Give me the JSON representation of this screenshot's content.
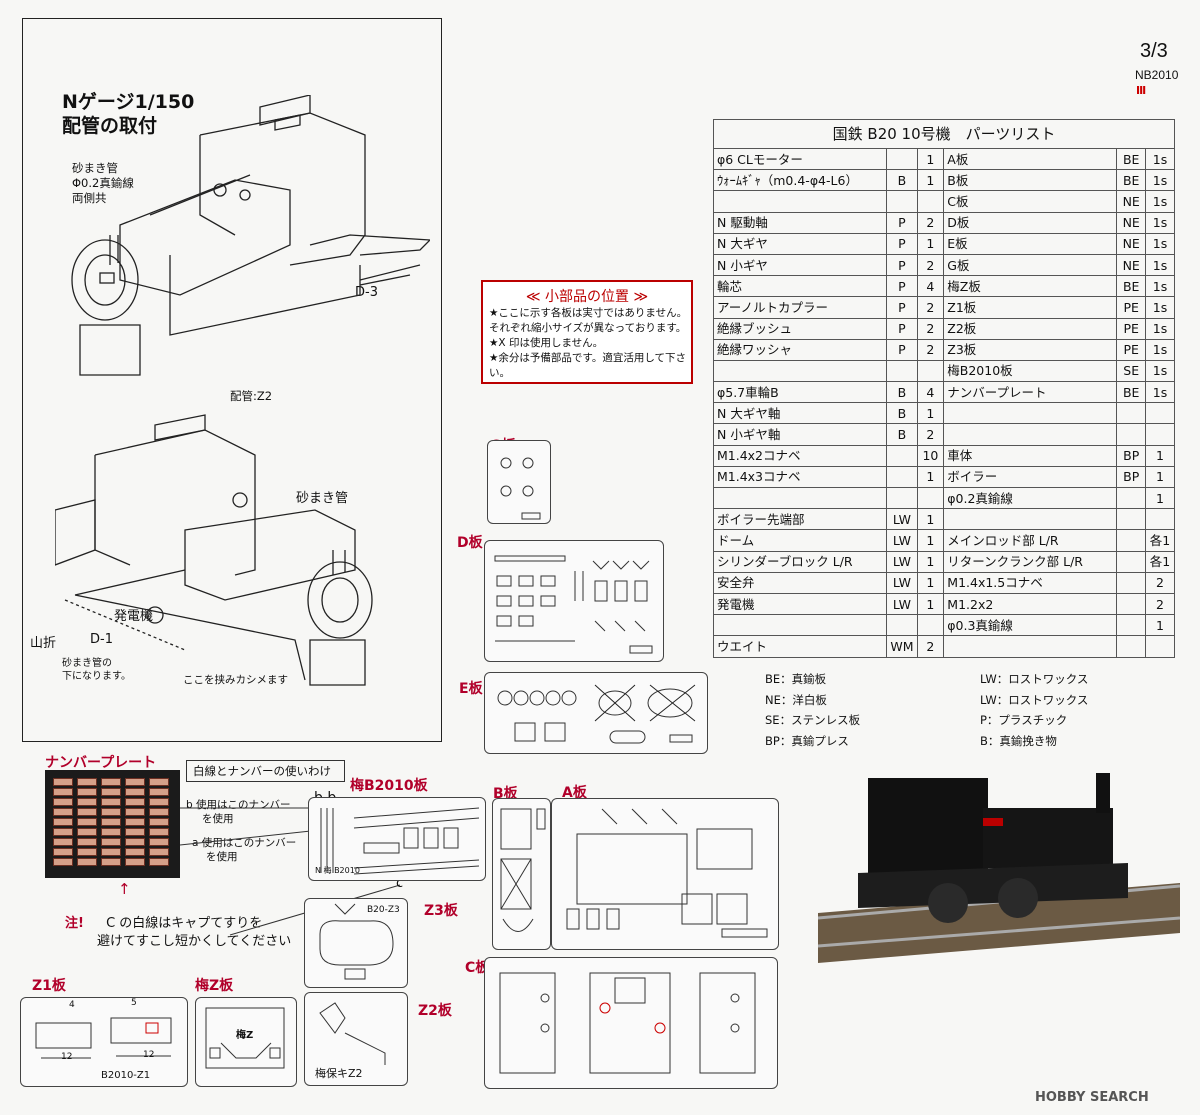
{
  "page": {
    "number": "3/3",
    "code": "NB2010",
    "mark": "III"
  },
  "figure1": {
    "title1": "Nゲージ1/150",
    "title2": "配管の取付",
    "sand_label": "砂まき管",
    "wire_label": "Φ0.2真鍮線",
    "both_sides": "両側共",
    "part_d3": "D-3"
  },
  "figure2": {
    "pipe_label": "配管:Z2",
    "sand_label": "砂まき管",
    "generator_label": "発電機",
    "fold_label": "山折",
    "part_d1": "D-1",
    "under_note_1": "砂まき管の",
    "under_note_2": "下になります。",
    "clamp_note": "ここを挟みカシメます"
  },
  "notice": {
    "title": "≪ 小部品の位置 ≫",
    "lines": [
      "★ここに示す各板は実寸ではありません。",
      "それぞれ縮小サイズが異なっております。",
      "★X 印は使用しません。",
      "★余分は予備部品です。適宜活用して下さい。"
    ]
  },
  "parts_table": {
    "title": "国鉄 B20 10号機　パーツリスト",
    "rows": [
      [
        "φ6 CLモーター",
        "",
        "1",
        "A板",
        "BE",
        "1s"
      ],
      [
        "ｳｫｰﾑｷﾞｬ（m0.4-φ4-L6）",
        "B",
        "1",
        "B板",
        "BE",
        "1s"
      ],
      [
        "",
        "",
        "",
        "C板",
        "NE",
        "1s"
      ],
      [
        "N 駆動軸",
        "P",
        "2",
        "D板",
        "NE",
        "1s"
      ],
      [
        "N 大ギヤ",
        "P",
        "1",
        "E板",
        "NE",
        "1s"
      ],
      [
        "N 小ギヤ",
        "P",
        "2",
        "G板",
        "NE",
        "1s"
      ],
      [
        "輪芯",
        "P",
        "4",
        "梅Z板",
        "BE",
        "1s"
      ],
      [
        "アーノルトカプラー",
        "P",
        "2",
        "Z1板",
        "PE",
        "1s"
      ],
      [
        "絶縁ブッシュ",
        "P",
        "2",
        "Z2板",
        "PE",
        "1s"
      ],
      [
        "絶縁ワッシャ",
        "P",
        "2",
        "Z3板",
        "PE",
        "1s"
      ],
      [
        "",
        "",
        "",
        "梅B2010板",
        "SE",
        "1s"
      ],
      [
        "φ5.7車輪B",
        "B",
        "4",
        "ナンバープレート",
        "BE",
        "1s"
      ],
      [
        "N 大ギヤ軸",
        "B",
        "1",
        "",
        "",
        ""
      ],
      [
        "N 小ギヤ軸",
        "B",
        "2",
        "",
        "",
        ""
      ],
      [
        "M1.4x2コナベ",
        "",
        "10",
        "車体",
        "BP",
        "1"
      ],
      [
        "M1.4x3コナベ",
        "",
        "1",
        "ボイラー",
        "BP",
        "1"
      ],
      [
        "",
        "",
        "",
        "φ0.2真鍮線",
        "",
        "1"
      ],
      [
        "ボイラー先端部",
        "LW",
        "1",
        "",
        "",
        ""
      ],
      [
        "ドーム",
        "LW",
        "1",
        "メインロッド部 L/R",
        "",
        "各1"
      ],
      [
        "シリンダーブロック L/R",
        "LW",
        "1",
        "リターンクランク部 L/R",
        "",
        "各1"
      ],
      [
        "安全弁",
        "LW",
        "1",
        "M1.4x1.5コナベ",
        "",
        "2"
      ],
      [
        "発電機",
        "LW",
        "1",
        "M1.2x2",
        "",
        "2"
      ],
      [
        "",
        "",
        "",
        "φ0.3真鍮線",
        "",
        "1"
      ],
      [
        "ウエイト",
        "WM",
        "2",
        "",
        "",
        ""
      ]
    ]
  },
  "legend": {
    "left": [
      "BE：真鍮板",
      "NE：洋白板",
      "SE：ステンレス板",
      "BP：真鍮プレス"
    ],
    "right": [
      "LW：ロストワックス",
      "LW：ロストワックス",
      "P：プラスチック",
      "B：真鍮挽き物"
    ]
  },
  "sheets": {
    "g": "G板",
    "d": "D板",
    "e": "E板",
    "b": "B板",
    "a": "A板",
    "c": "C板",
    "z1": "Z1板",
    "umez": "梅Z板",
    "z2": "Z2板",
    "z3": "Z3板",
    "umeb": "梅B2010板"
  },
  "sheet_marks": {
    "umez_center": "梅Z",
    "z2_bottom": "梅保キZ2",
    "z1_bottom": "B2010-Z1",
    "z1_a": "4",
    "z1_b": "5",
    "z1_12a": "12",
    "z1_12b": "12",
    "umeb_bottom": "N 梅 B2010",
    "z3_mark": "B20-Z3"
  },
  "number_plate": {
    "title": "ナンバープレート",
    "box_title": "白線とナンバーの使いわけ",
    "b_line1": "b 使用はこのナンバー",
    "b_line2": "を使用",
    "a_line1": "a 使用はこのナンバー",
    "a_line2": "を使用",
    "bb_mark": "b b",
    "c_mark": "c",
    "arrow": "↑",
    "note_prefix": "注!",
    "note_line1": "C の白線はキャプてすりを",
    "note_line2": "避けてすこし短かくしてください"
  },
  "watermark": "HOBBY SEARCH",
  "colors": {
    "accent_red": "#b1002a",
    "table_border": "#555555"
  }
}
